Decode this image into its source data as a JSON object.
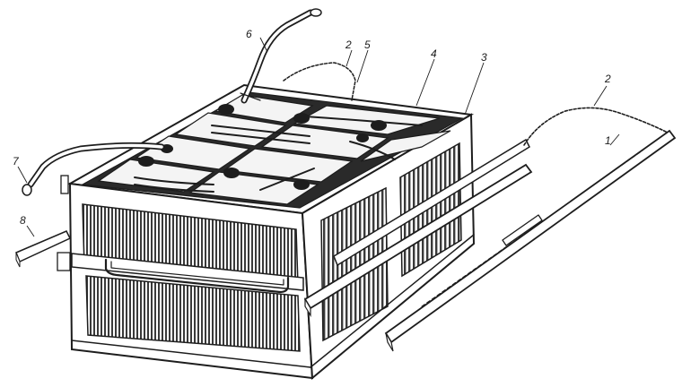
{
  "figure": {
    "callouts": [
      {
        "id": "1",
        "text": "1"
      },
      {
        "id": "2a",
        "text": "2"
      },
      {
        "id": "2b",
        "text": "2"
      },
      {
        "id": "3",
        "text": "3"
      },
      {
        "id": "4",
        "text": "4"
      },
      {
        "id": "5",
        "text": "5"
      },
      {
        "id": "6",
        "text": "6"
      },
      {
        "id": "7",
        "text": "7"
      },
      {
        "id": "8",
        "text": "8"
      }
    ],
    "colors": {
      "ink": "#1d1d1d",
      "paper": "#ffffff",
      "grille": "#3a3a3a"
    }
  }
}
